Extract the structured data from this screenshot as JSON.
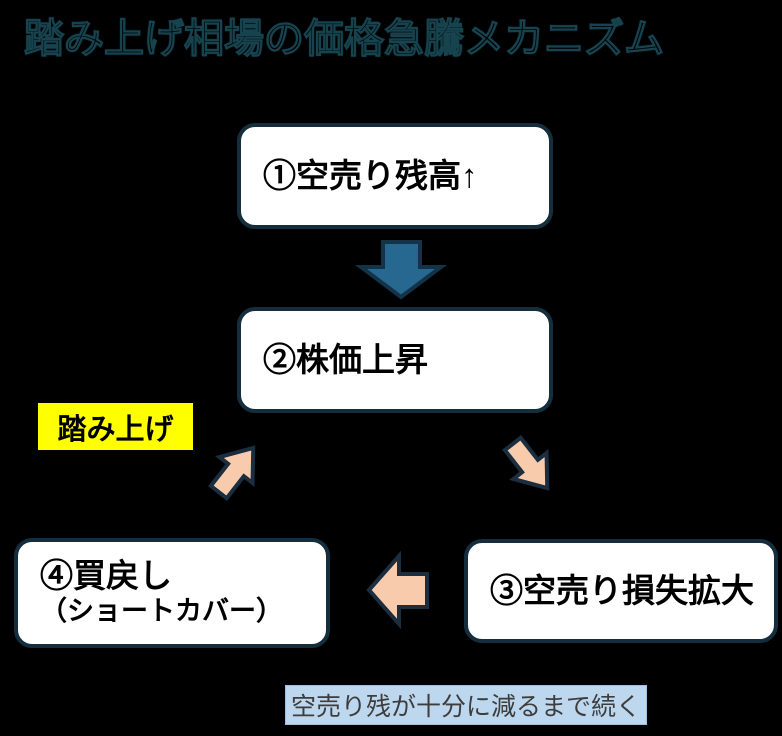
{
  "slide": {
    "title": "踏み上げ相場の価格急騰メカニズム",
    "steps": {
      "step1": "①空売り残高↑",
      "step2": "②株価上昇",
      "step3": "③空売り損失拡大",
      "step4_line1": "④買戻し",
      "step4_line2": "（ショートカバー）"
    },
    "highlight_label": "踏み上げ",
    "caption": "空売り残が十分に減るまで続く",
    "arrows": [
      {
        "name": "step1-to-step2",
        "direction": "down",
        "fill": "#26688f"
      },
      {
        "name": "step2-to-step3",
        "direction": "down-right",
        "fill": "#f8cbad"
      },
      {
        "name": "step3-to-step4",
        "direction": "left",
        "fill": "#f8cbad"
      },
      {
        "name": "step4-to-step2",
        "direction": "up-right",
        "fill": "#f8cbad"
      }
    ],
    "colors": {
      "background": "#000000",
      "box_fill": "#ffffff",
      "box_border": "#152e3d",
      "teal_arrow_fill": "#26688f",
      "teal_arrow_border": "#143349",
      "salmon_arrow_fill": "#f8cbad",
      "salmon_arrow_border": "#1a2e40",
      "highlight_bg": "#ffff00",
      "caption_bg": "#bdd7ee",
      "caption_text": "#3d3d3d"
    }
  }
}
